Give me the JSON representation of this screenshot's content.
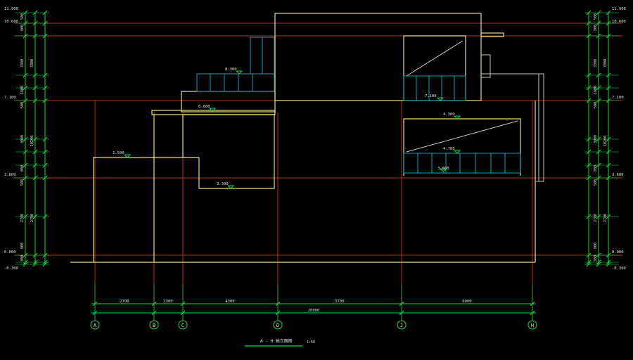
{
  "drawing": {
    "title": "A - H 轴立面图",
    "scale": "1:50",
    "colors": {
      "background": "#000000",
      "axis_line": "#b03020",
      "outline": "#e8e07a",
      "window": "#00a8b8",
      "dimension": "#00e040",
      "secondary": "#c8c8c8",
      "text": "#e0e0e0"
    },
    "left_elevations": [
      "11.900",
      "10.600",
      "7.100",
      "3.600",
      "0.000",
      "-0.300"
    ],
    "left_dims_outer": [
      "500",
      "800",
      "3300",
      "1000",
      "500",
      "3000",
      "800",
      "500",
      "2700",
      "800",
      "300"
    ],
    "left_dims_inner": [
      "3300",
      "10200",
      "2700"
    ],
    "right_elevations": [
      "11.900",
      "10.600",
      "7.100",
      "3.600",
      "0.000",
      "-0.300"
    ],
    "right_dims_outer": [
      "500",
      "800",
      "3300",
      "1000",
      "500",
      "3000",
      "800",
      "500",
      "2700",
      "800",
      "300"
    ],
    "right_dims_inner": [
      "3300",
      "10200",
      "2700"
    ],
    "level_marks": [
      "8.300",
      "6.600",
      "1.500",
      "3.300",
      "7.100",
      "4.300",
      "4.700",
      "3.800"
    ],
    "axis_labels": [
      "A",
      "B",
      "C",
      "D",
      "J",
      "H"
    ],
    "bay_dims": [
      "2700",
      "1300",
      "4300",
      "5700",
      "6000"
    ],
    "total_dim": "20000"
  }
}
